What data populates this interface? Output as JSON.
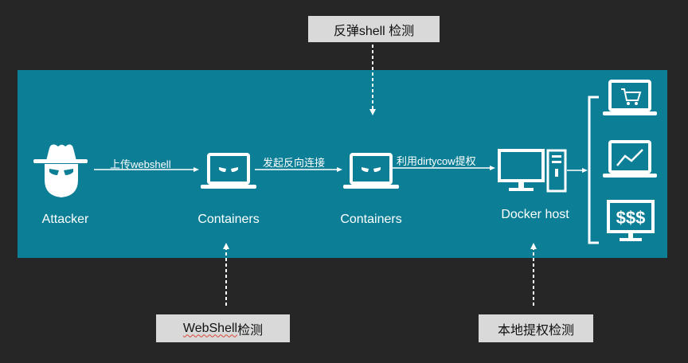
{
  "callouts": {
    "top": "反弹shell 检测",
    "webshell_prefix": "WebShell",
    "webshell_suffix": "检测",
    "privesc": "本地提权检测"
  },
  "nodes": {
    "attacker": "Attacker",
    "container1": "Containers",
    "container2": "Containers",
    "docker_host": "Docker host"
  },
  "edges": {
    "upload": "上传webshell",
    "reverse": "发起反向连接",
    "exploit": "利用dirtycow提权"
  },
  "icons": [
    "hacker-icon",
    "laptop-eyes-icon",
    "laptop-eyes-icon",
    "monitor-icon",
    "server-tower-icon",
    "laptop-cart-icon",
    "laptop-chart-icon",
    "monitor-dollar-icon"
  ],
  "colors": {
    "panel": "#0c7f97",
    "background": "#262626",
    "callout": "#d9d9d9",
    "icon": "#ffffff"
  }
}
